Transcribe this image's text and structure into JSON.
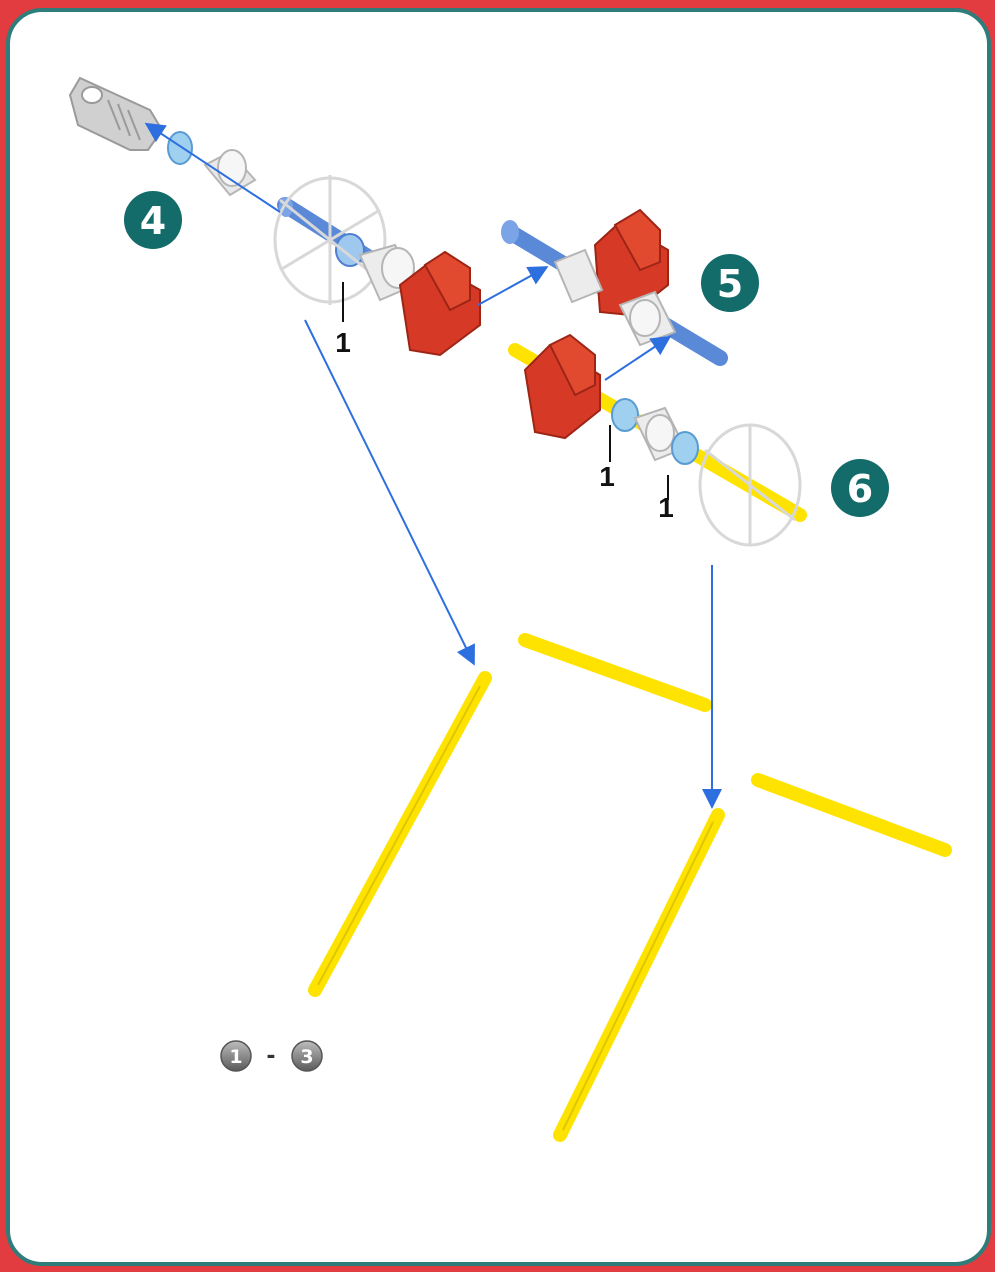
{
  "colors": {
    "border": "#e23b40",
    "panel": "#ffffff",
    "panel_outline": "#2f7d7a",
    "badge": "#136b6a",
    "arrow": "#2e6fe0",
    "yellow_rod": "#ffe300",
    "blue_part": "#6f9ee0",
    "red_part": "#d63a26",
    "grey_part": "#c9c9c9"
  },
  "steps": [
    {
      "number": "4"
    },
    {
      "number": "5"
    },
    {
      "number": "6"
    }
  ],
  "quantities": [
    {
      "label": "1"
    },
    {
      "label": "1"
    },
    {
      "label": "1"
    }
  ],
  "previous_steps": {
    "from": "1",
    "separator": "-",
    "to": "3"
  }
}
